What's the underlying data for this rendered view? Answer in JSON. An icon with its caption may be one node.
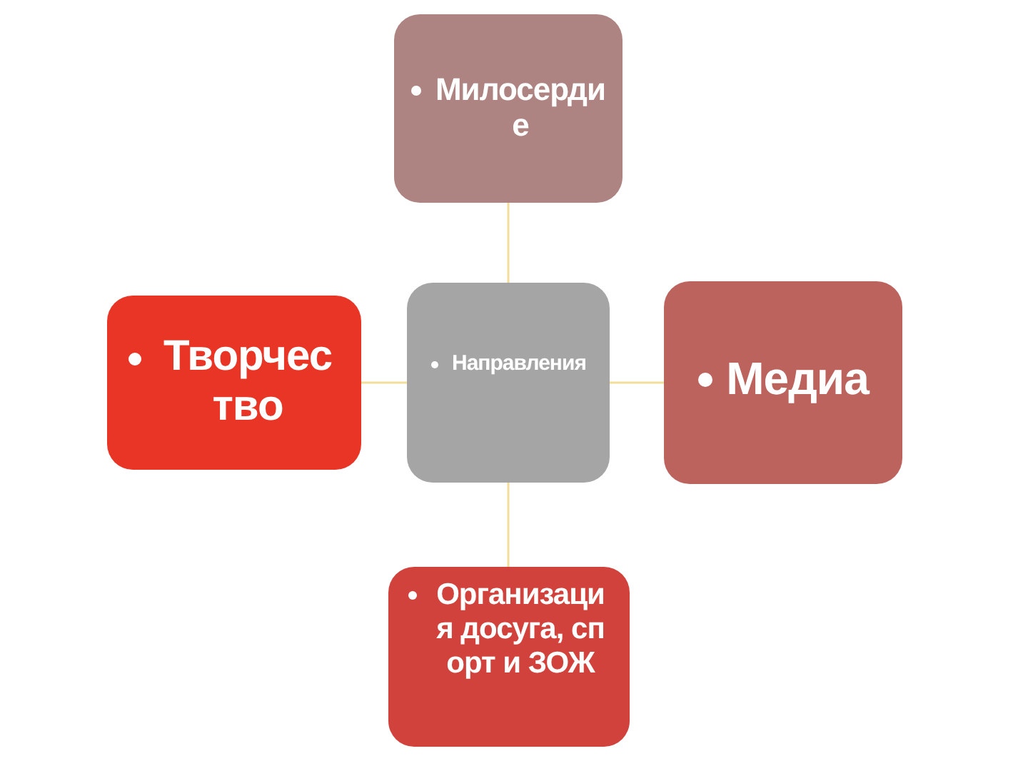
{
  "diagram": {
    "nodes": [
      {
        "text": [
          "Милосердие"
        ]
      },
      {
        "text": [
          "Творчество"
        ]
      },
      {
        "text": [
          "Направления"
        ]
      },
      {
        "text": [
          "Медиа"
        ]
      },
      {
        "text": [
          "Организация досуга, спорт и ЗОЖ"
        ]
      }
    ],
    "edges": [
      {
        "from": 2,
        "to": 0,
        "arrow": "none"
      },
      {
        "from": 2,
        "to": 1,
        "arrow": "none"
      },
      {
        "from": 2,
        "to": 3,
        "arrow": "none"
      },
      {
        "from": 2,
        "to": 4,
        "arrow": "none"
      }
    ]
  }
}
